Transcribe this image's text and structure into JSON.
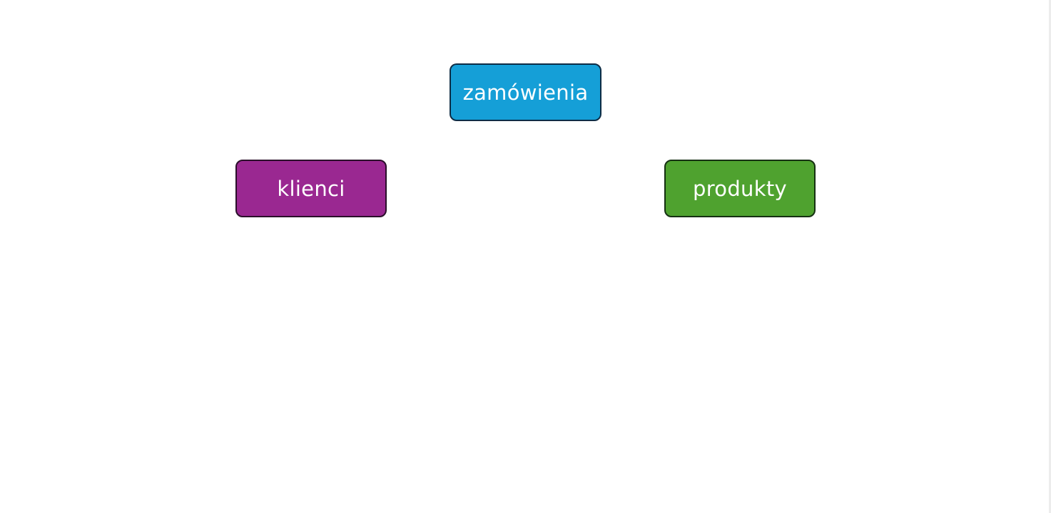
{
  "diagram": {
    "nodes": [
      {
        "id": "orders",
        "label": "zamówienia",
        "color": "#159fd7"
      },
      {
        "id": "clients",
        "label": "klienci",
        "color": "#9a2891"
      },
      {
        "id": "products",
        "label": "produkty",
        "color": "#4fa22f"
      }
    ]
  }
}
